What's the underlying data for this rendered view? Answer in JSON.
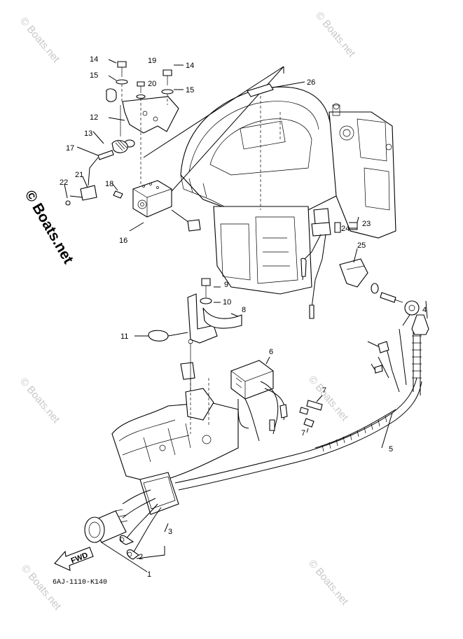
{
  "diagram": {
    "part_number_code": "6AJ-1110-K140",
    "fwd_label": "FWD",
    "watermark_main": "© Boats.net",
    "watermark_tile": "© Boats.net",
    "callouts": [
      {
        "id": "c14a",
        "label": "14"
      },
      {
        "id": "c15a",
        "label": "15"
      },
      {
        "id": "c19",
        "label": "19"
      },
      {
        "id": "c20",
        "label": "20"
      },
      {
        "id": "c14b",
        "label": "14"
      },
      {
        "id": "c15b",
        "label": "15"
      },
      {
        "id": "c26",
        "label": "26"
      },
      {
        "id": "c12",
        "label": "12"
      },
      {
        "id": "c13",
        "label": "13"
      },
      {
        "id": "c17",
        "label": "17"
      },
      {
        "id": "c21",
        "label": "21"
      },
      {
        "id": "c22",
        "label": "22"
      },
      {
        "id": "c18",
        "label": "18"
      },
      {
        "id": "c16",
        "label": "16"
      },
      {
        "id": "c23",
        "label": "23"
      },
      {
        "id": "c24",
        "label": "24"
      },
      {
        "id": "c25",
        "label": "25"
      },
      {
        "id": "c9",
        "label": "9"
      },
      {
        "id": "c10",
        "label": "10"
      },
      {
        "id": "c8",
        "label": "8"
      },
      {
        "id": "c11",
        "label": "11"
      },
      {
        "id": "c4",
        "label": "4"
      },
      {
        "id": "c6",
        "label": "6"
      },
      {
        "id": "c7a",
        "label": "7"
      },
      {
        "id": "c7b",
        "label": "7"
      },
      {
        "id": "c5",
        "label": "5"
      },
      {
        "id": "c3",
        "label": "3"
      },
      {
        "id": "c2",
        "label": "2"
      },
      {
        "id": "c1",
        "label": "1"
      }
    ]
  }
}
